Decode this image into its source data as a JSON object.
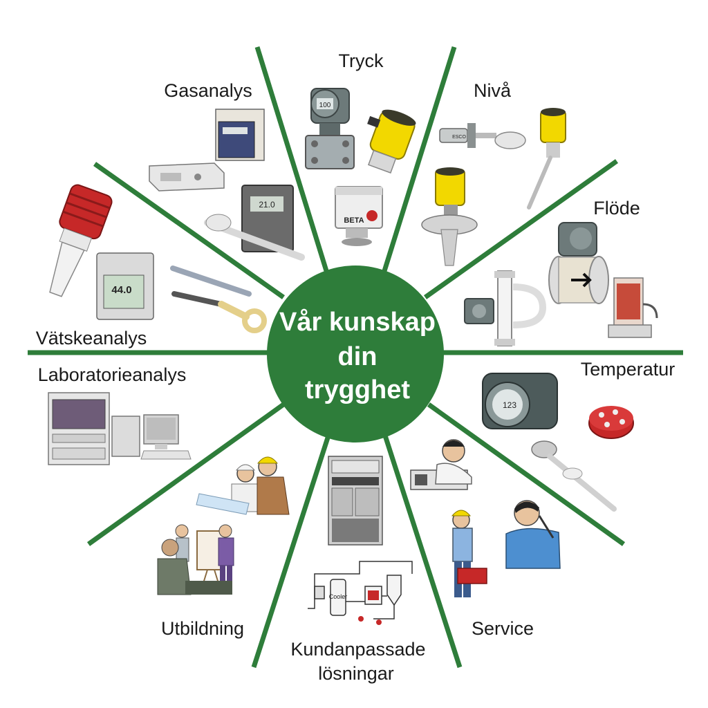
{
  "center": {
    "lines": [
      "Vår kunskap",
      "din",
      "trygghet"
    ]
  },
  "segments": [
    {
      "key": "tryck",
      "label": "Tryck"
    },
    {
      "key": "niva",
      "label": "Nivå"
    },
    {
      "key": "flode",
      "label": "Flöde"
    },
    {
      "key": "temperatur",
      "label": "Temperatur"
    },
    {
      "key": "service",
      "label": "Service"
    },
    {
      "key": "kundanpassade",
      "label": "Kundanpassade",
      "label2": "lösningar"
    },
    {
      "key": "utbildning",
      "label": "Utbildning"
    },
    {
      "key": "laboratorieanalys",
      "label": "Laboratorieanalys"
    },
    {
      "key": "vatskeanalys",
      "label": "Vätskeanalys"
    },
    {
      "key": "gasanalys",
      "label": "Gasanalys"
    }
  ],
  "device_texts": {
    "pressure_gauge": "100",
    "gas_display": "21.0",
    "liquid_display": "44.0",
    "temp_display": "123",
    "beta_logo": "BETA",
    "esco_label": "ESCO",
    "coolant_label": "Cooler"
  },
  "colors": {
    "green": "#2e7d3a",
    "yellow": "#f2d800",
    "red": "#c62828"
  }
}
